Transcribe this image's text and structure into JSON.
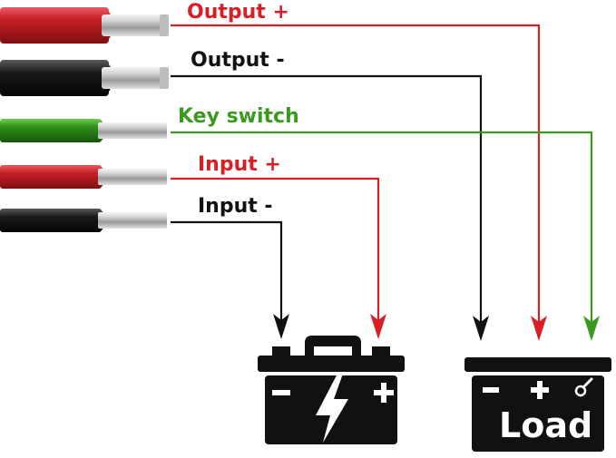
{
  "colors": {
    "red": "#d81f26",
    "black": "#111111",
    "green": "#3a9a1e",
    "wire_red": "#c41e25",
    "wire_black": "#1a1a1a",
    "wire_green": "#2e8f1a",
    "metal": "#c8c8c8"
  },
  "wires": [
    {
      "key": "output_pos",
      "label": "Output +",
      "color": "red"
    },
    {
      "key": "output_neg",
      "label": "Output -",
      "color": "black"
    },
    {
      "key": "key_switch",
      "label": "Key switch",
      "color": "green"
    },
    {
      "key": "input_pos",
      "label": "Input +",
      "color": "red"
    },
    {
      "key": "input_neg",
      "label": "Input -",
      "color": "black"
    }
  ],
  "battery": {
    "icon": "battery-icon",
    "minus_symbol": "−",
    "plus_symbol": "+",
    "bolt_icon": "lightning-bolt-icon"
  },
  "load": {
    "icon": "load-icon",
    "minus_symbol": "−",
    "plus_symbol": "+",
    "switch_icon": "key-switch-icon",
    "label": "Load"
  }
}
